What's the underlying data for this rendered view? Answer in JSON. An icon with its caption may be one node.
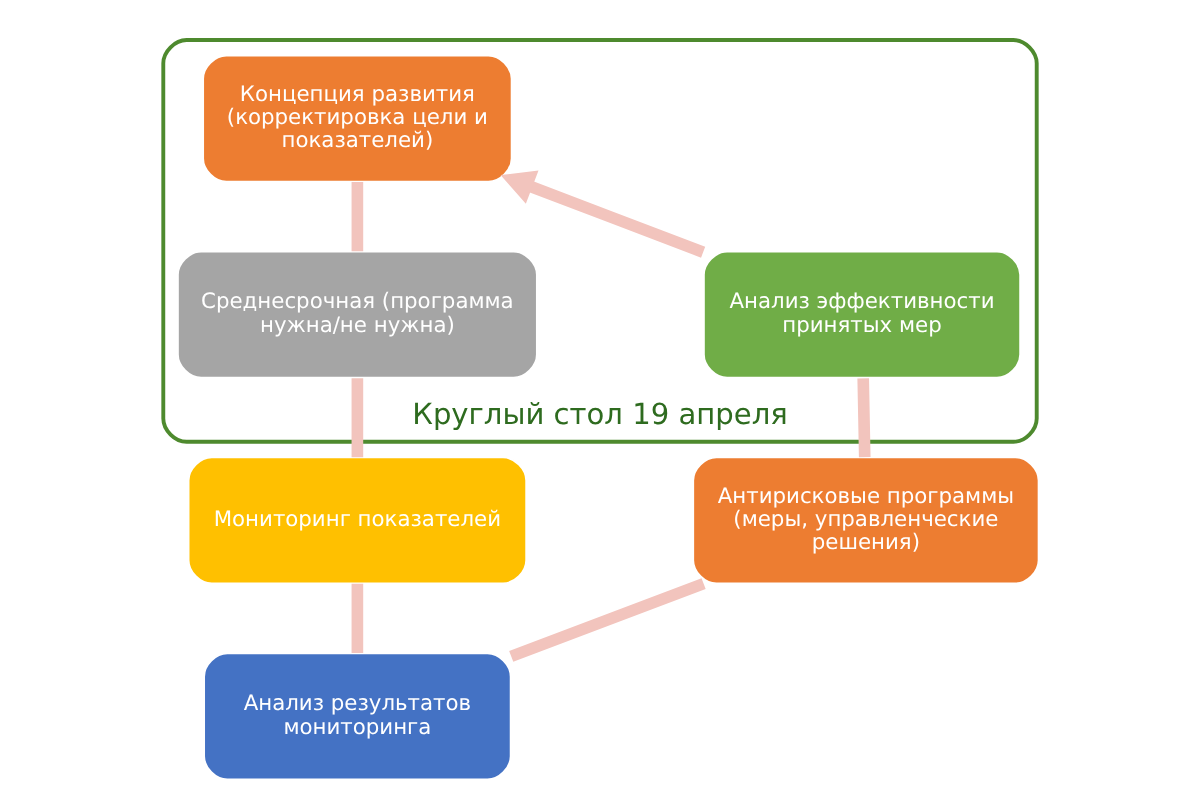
{
  "diagram": {
    "nodes": [
      {
        "text": [
          "Круглый стол 19 апреля"
        ]
      },
      {
        "text": [
          "Концепция развития (корректировка цели и показателей)"
        ],
        "in": 0
      },
      {
        "text": [
          "Среднесрочная (программа нужна/не нужна)"
        ],
        "in": 0
      },
      {
        "text": [
          "Мониторинг показателей"
        ]
      },
      {
        "text": [
          "Анализ результатов мониторинга"
        ]
      },
      {
        "text": [
          "Антирисковые программы (меры, управленческие решения)"
        ]
      },
      {
        "text": [
          "Анализ эффективности принятых мер"
        ],
        "in": 0
      }
    ],
    "edges": [
      {
        "from": 1,
        "to": 2,
        "arrow": "none"
      },
      {
        "from": 2,
        "to": 3,
        "arrow": "none"
      },
      {
        "from": 3,
        "to": 4,
        "arrow": "none"
      },
      {
        "from": 4,
        "to": 5,
        "arrow": "none"
      },
      {
        "from": 5,
        "to": 6,
        "arrow": "none"
      },
      {
        "from": 6,
        "to": 1,
        "arrow": "to"
      }
    ]
  }
}
